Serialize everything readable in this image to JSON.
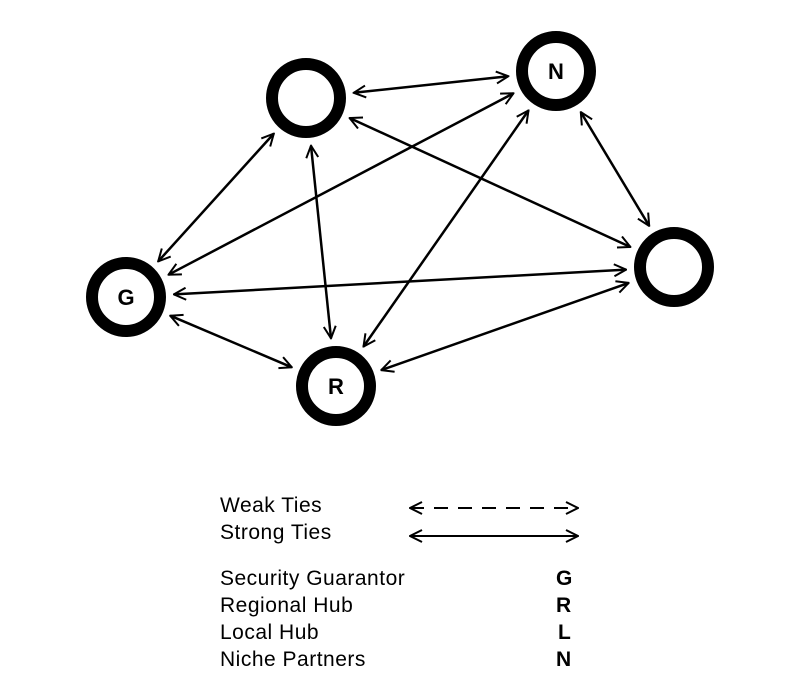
{
  "nodes": [
    {
      "id": "top-left",
      "label": ""
    },
    {
      "id": "top-right",
      "label": "N"
    },
    {
      "id": "left",
      "label": "G"
    },
    {
      "id": "bottom",
      "label": "R"
    },
    {
      "id": "right",
      "label": ""
    }
  ],
  "edges": [
    {
      "from": "top-left",
      "to": "top-right",
      "type": "strong"
    },
    {
      "from": "top-left",
      "to": "left",
      "type": "strong"
    },
    {
      "from": "top-left",
      "to": "bottom",
      "type": "strong"
    },
    {
      "from": "top-left",
      "to": "right",
      "type": "strong"
    },
    {
      "from": "top-right",
      "to": "left",
      "type": "strong"
    },
    {
      "from": "top-right",
      "to": "bottom",
      "type": "strong"
    },
    {
      "from": "top-right",
      "to": "right",
      "type": "strong"
    },
    {
      "from": "left",
      "to": "right",
      "type": "strong"
    },
    {
      "from": "left",
      "to": "bottom",
      "type": "strong"
    },
    {
      "from": "bottom",
      "to": "right",
      "type": "strong"
    }
  ],
  "legend": {
    "ties": [
      {
        "label": "Weak Ties",
        "style": "dashed"
      },
      {
        "label": "Strong Ties",
        "style": "solid"
      }
    ],
    "roles": [
      {
        "label": "Security Guarantor",
        "code": "G"
      },
      {
        "label": "Regional Hub",
        "code": "R"
      },
      {
        "label": "Local Hub",
        "code": "L"
      },
      {
        "label": "Niche Partners",
        "code": "N"
      }
    ]
  }
}
